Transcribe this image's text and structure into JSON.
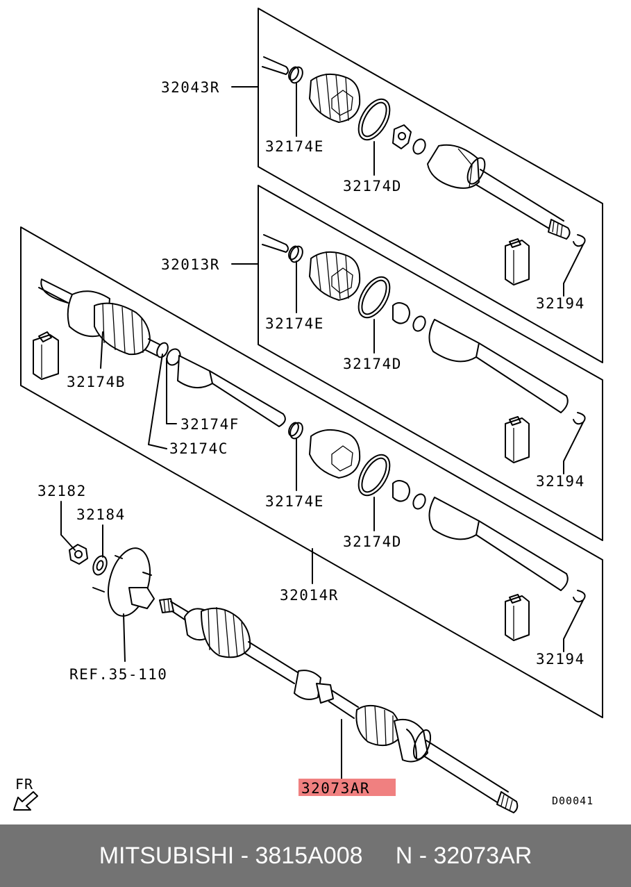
{
  "labels": {
    "p32043R": "32043R",
    "p32013R": "32013R",
    "p32014R": "32014R",
    "p32174E_1": "32174E",
    "p32174E_2": "32174E",
    "p32174E_3": "32174E",
    "p32174D_1": "32174D",
    "p32174D_2": "32174D",
    "p32174D_3": "32174D",
    "p32174B": "32174B",
    "p32174F": "32174F",
    "p32174C": "32174C",
    "p32194_1": "32194",
    "p32194_2": "32194",
    "p32194_3": "32194",
    "p32182": "32182",
    "p32184": "32184",
    "ref": "REF.35-110",
    "p32073AR": "32073AR"
  },
  "highlighted_part": "32073AR",
  "highlight_color": "#f08080",
  "direction_label": "FR",
  "drawing_code": "D00041",
  "footer": {
    "text": "MITSUBISHI - 3815A008     N - 32073AR",
    "background": "#737373"
  }
}
